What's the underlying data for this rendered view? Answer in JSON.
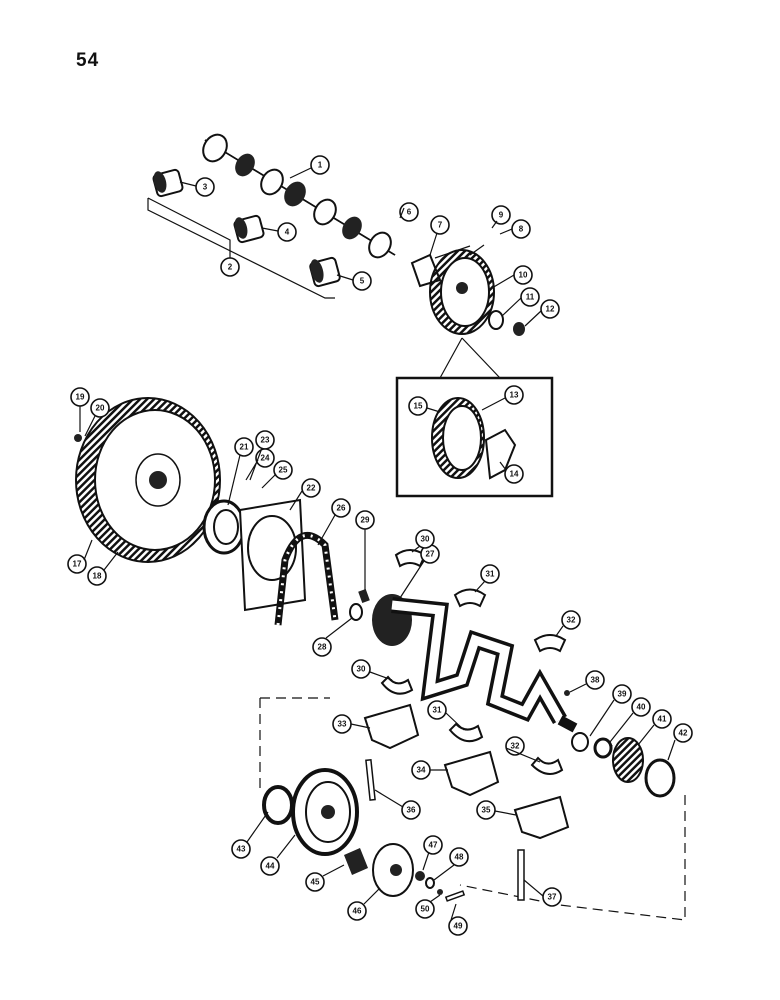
{
  "page_number": "54",
  "callouts": [
    "1",
    "2",
    "3",
    "4",
    "5",
    "6",
    "7",
    "8",
    "9",
    "10",
    "11",
    "12",
    "13",
    "14",
    "15",
    "17",
    "18",
    "19",
    "20",
    "21",
    "22",
    "23",
    "24",
    "25",
    "26",
    "27",
    "28",
    "29",
    "30",
    "31",
    "32",
    "33",
    "34",
    "35",
    "36",
    "37",
    "38",
    "39",
    "40",
    "41",
    "42",
    "43",
    "44",
    "45",
    "46",
    "47",
    "48",
    "49",
    "50"
  ],
  "colors": {
    "ink": "#111111",
    "paper": "#ffffff"
  }
}
